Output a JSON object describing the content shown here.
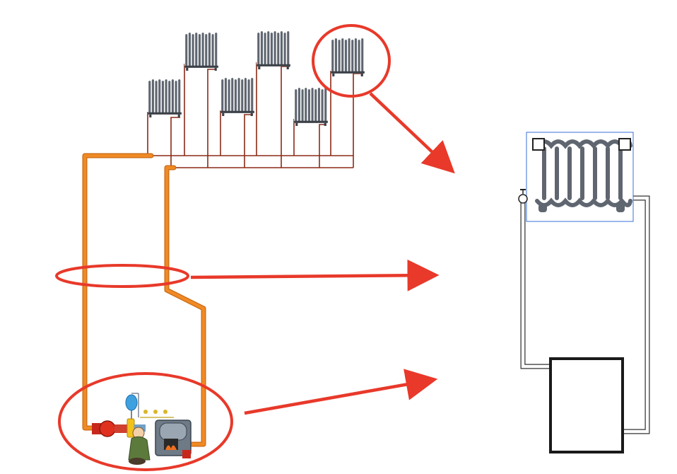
{
  "diagram": {
    "radiator_count": 6,
    "colors": {
      "riser_pipe": "#f08a24",
      "riser_pipe_dark": "#c96a14",
      "branch_pipe": "#8b2a16",
      "highlight": "#e8392a",
      "radiator_body": "#5f6670",
      "radiator_dark": "#3b4047",
      "schematic_outline": "#222222",
      "schematic_selection": "#3a6fd8"
    },
    "icons": {
      "radiator": "radiator-icon",
      "pump": "circulation-pump-icon",
      "expansion_tank": "expansion-tank-icon",
      "boiler": "boiler-icon",
      "technician": "technician-icon",
      "air_valve": "air-valve-icon"
    },
    "callouts": [
      {
        "name": "radiator-callout",
        "target": "schematic-radiator"
      },
      {
        "name": "riser-callout",
        "target": "schematic-riser"
      },
      {
        "name": "boiler-callout",
        "target": "schematic-boiler"
      }
    ]
  }
}
